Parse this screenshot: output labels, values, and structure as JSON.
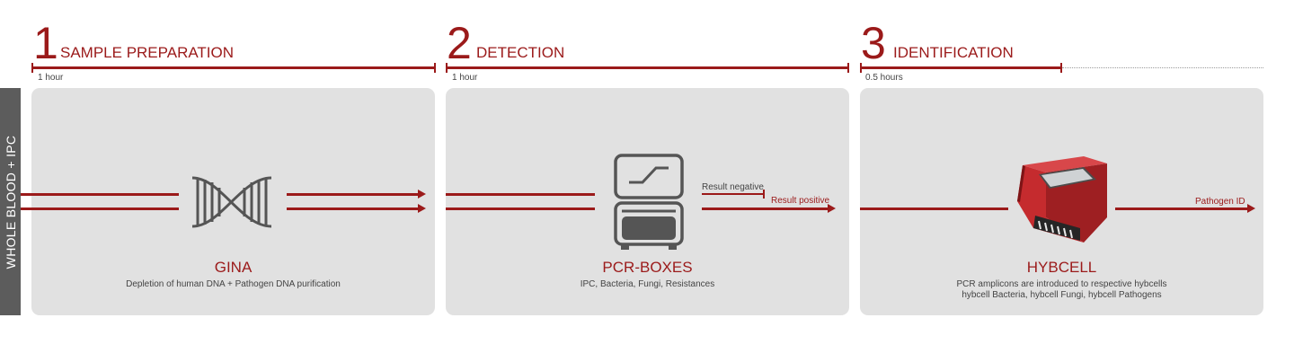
{
  "side_label": "WHOLE BLOOD + IPC",
  "stages": [
    {
      "number": "1",
      "title": "SAMPLE PREPARATION",
      "duration": "1 hour",
      "device": "GINA",
      "description": [
        "Depletion of human DNA + Pathogen DNA purification"
      ]
    },
    {
      "number": "2",
      "title": "DETECTION",
      "duration": "1 hour",
      "device": "PCR-BOXES",
      "description": [
        "IPC, Bacteria, Fungi, Resistances"
      ]
    },
    {
      "number": "3",
      "title": "IDENTIFICATION",
      "duration": "0.5 hours",
      "device": "HYBCELL",
      "description": [
        "PCR amplicons are introduced to respective hybcells",
        "hybcell Bacteria, hybcell Fungi, hybcell Pathogens"
      ]
    }
  ],
  "flow_labels": {
    "negative": "Result negative",
    "positive": "Result positive",
    "pathogen": "Pathogen ID"
  },
  "icons": {
    "stage1": "dna-helix-icon",
    "stage2": "pcr-machine-icon",
    "stage3": "hybcell-device-icon"
  },
  "colors": {
    "accent": "#9b1a1a",
    "panel": "#e1e1e1",
    "side_label_bg": "#5c5c5c"
  }
}
